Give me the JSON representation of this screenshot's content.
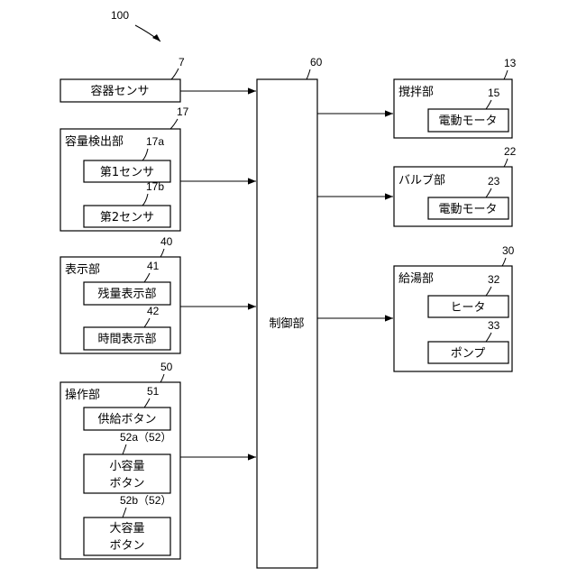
{
  "figure_number": "100",
  "controller": {
    "label": "制御部",
    "ref": "60"
  },
  "container_sensor": {
    "label": "容器センサ",
    "ref": "7"
  },
  "capacity_detector": {
    "label": "容量検出部",
    "ref": "17",
    "sensor1": {
      "label": "第1センサ",
      "ref": "17a"
    },
    "sensor2": {
      "label": "第2センサ",
      "ref": "17b"
    }
  },
  "display": {
    "label": "表示部",
    "ref": "40",
    "remaining": {
      "label": "残量表示部",
      "ref": "41"
    },
    "time": {
      "label": "時間表示部",
      "ref": "42"
    }
  },
  "operation": {
    "label": "操作部",
    "ref": "50",
    "supply_button": {
      "label": "供給ボタン",
      "ref": "51"
    },
    "small_button": {
      "label_line1": "小容量",
      "label_line2": "ボタン",
      "ref": "52a（52）"
    },
    "large_button": {
      "label_line1": "大容量",
      "label_line2": "ボタン",
      "ref": "52b（52）"
    }
  },
  "stirrer": {
    "label": "撹拌部",
    "ref": "13",
    "motor": {
      "label": "電動モータ",
      "ref": "15"
    }
  },
  "valve": {
    "label": "バルブ部",
    "ref": "22",
    "motor": {
      "label": "電動モータ",
      "ref": "23"
    }
  },
  "hot_water": {
    "label": "給湯部",
    "ref": "30",
    "heater": {
      "label": "ヒータ",
      "ref": "32"
    },
    "pump": {
      "label": "ポンプ",
      "ref": "33"
    }
  }
}
